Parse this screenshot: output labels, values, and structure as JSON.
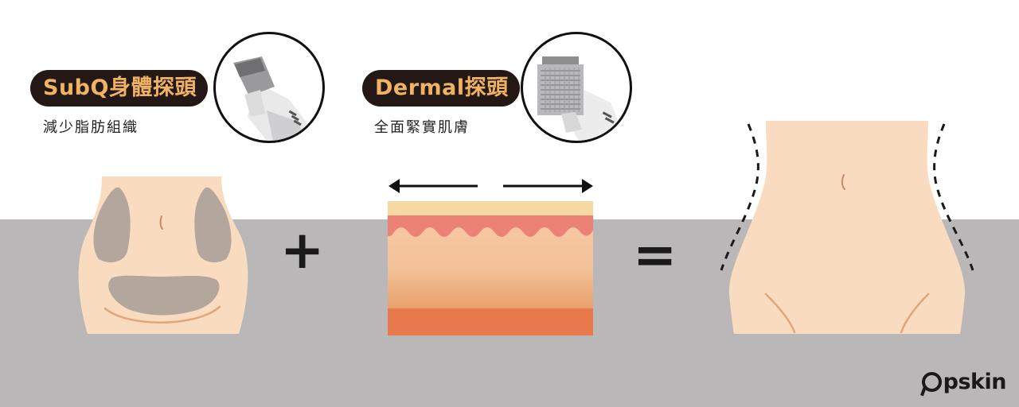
{
  "subq": {
    "label": "SubQ身體探頭",
    "caption": "減少脂肪組織",
    "icon": "subq-probe-icon"
  },
  "dermal": {
    "label": "Dermal探頭",
    "caption": "全面緊實肌膚",
    "icon": "dermal-probe-icon"
  },
  "operators": {
    "plus": "+",
    "equals": "="
  },
  "brand": {
    "text": "pskin"
  },
  "colors": {
    "pill_bg": "#231815",
    "pill_text": "#f0b263",
    "skin": "#f9dcc0",
    "fat_gray": "#b3a69c",
    "band_gray": "#b9b7b8",
    "dermis_red": "#ec8176",
    "subcutis_orange": "#e7794c"
  }
}
